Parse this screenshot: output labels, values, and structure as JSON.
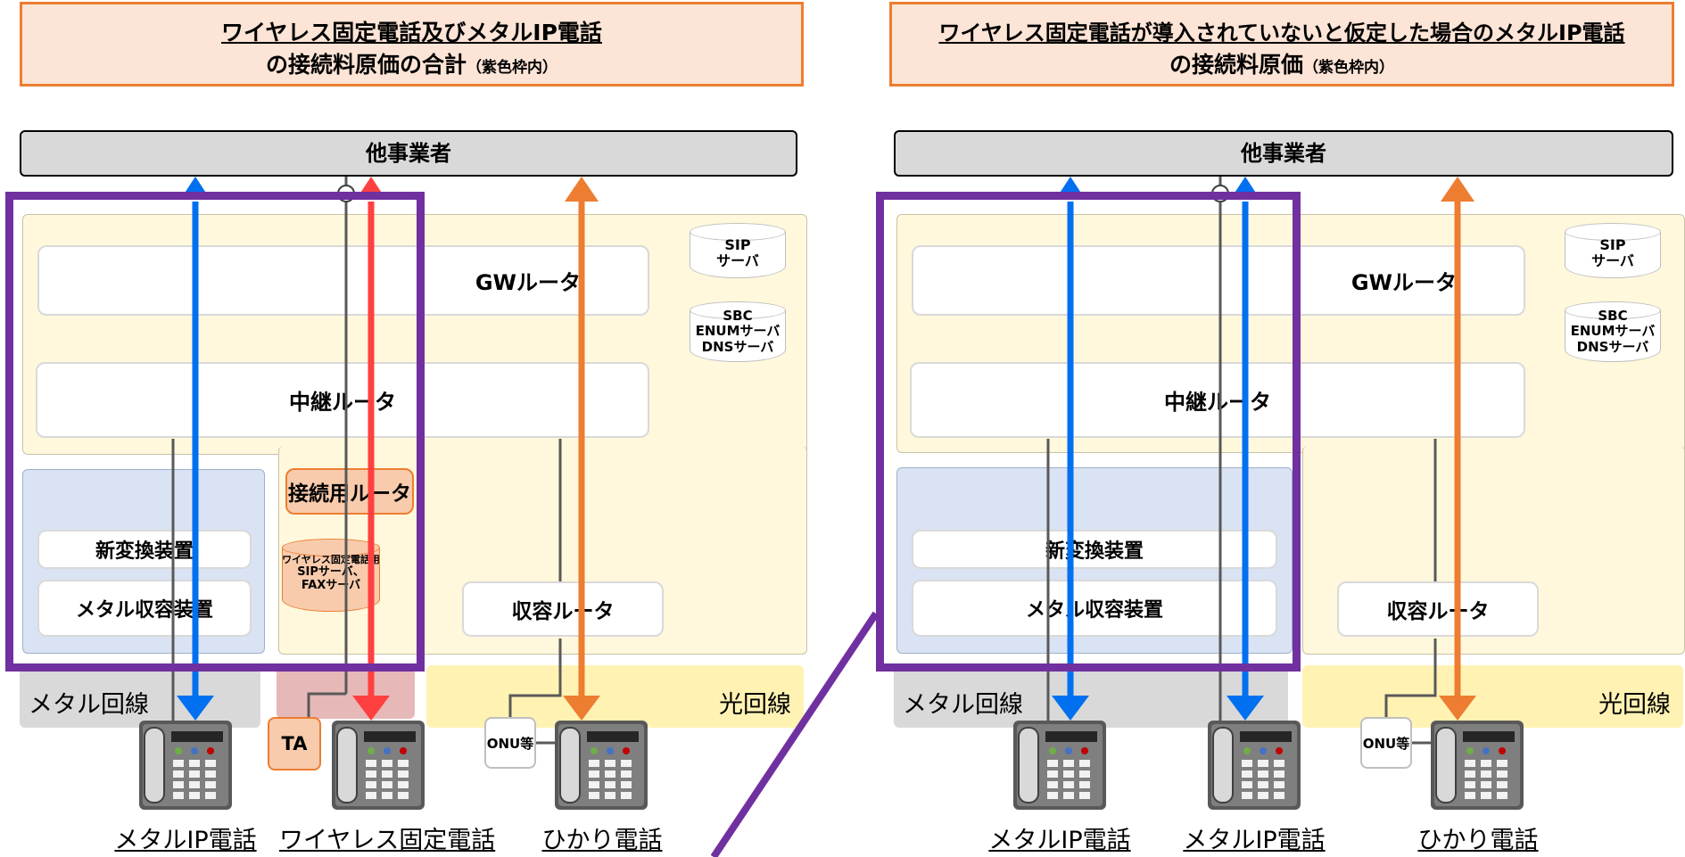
{
  "left": {
    "title_line1": "ワイヤレス固定電話及びメタルIP電話",
    "title_line2": "の接続料原価の合計",
    "title_note": "（紫色枠内）",
    "operator": "他事業者",
    "gw_router": "GWルータ",
    "relay_router": "中継ルータ",
    "sip_server": [
      "SIP",
      "サーバ"
    ],
    "sbc_servers": [
      "SBC",
      "ENUMサーバ",
      "DNSサーバ"
    ],
    "connection_router": "接続用ルータ",
    "wireless_servers": [
      "ワイヤレス固定電話用",
      "SIPサーバ、",
      "FAXサーバ"
    ],
    "new_converter": "新変換装置",
    "metal_accommodation": "メタル収容装置",
    "accommodation_router": "収容ルータ",
    "metal_line": "メタル回線",
    "optical_line": "光回線",
    "ta": "TA",
    "onu": "ONU等",
    "phones": [
      "メタルIP電話",
      "ワイヤレス固定電話",
      "ひかり電話"
    ]
  },
  "right": {
    "title_line1": "ワイヤレス固定電話が導入されていないと仮定した場合のメタルIP電話",
    "title_line2": "の接続料原価",
    "title_note": "（紫色枠内）",
    "operator": "他事業者",
    "gw_router": "GWルータ",
    "relay_router": "中継ルータ",
    "sip_server": [
      "SIP",
      "サーバ"
    ],
    "sbc_servers": [
      "SBC",
      "ENUMサーバ",
      "DNSサーバ"
    ],
    "new_converter": "新変換装置",
    "metal_accommodation": "メタル収容装置",
    "accommodation_router": "収容ルータ",
    "metal_line": "メタル回線",
    "optical_line": "光回線",
    "onu": "ONU等",
    "phones": [
      "メタルIP電話",
      "メタルIP電話",
      "ひかり電話"
    ]
  },
  "colors": {
    "blue_arrow": "#0070f0",
    "red_arrow": "#ff4040",
    "orange_arrow": "#ed7d31",
    "purple_frame": "#7030a0",
    "title_fill": "#fce4d6",
    "network_fill": "#fff8dc",
    "metal_fill": "#dae3f3"
  }
}
